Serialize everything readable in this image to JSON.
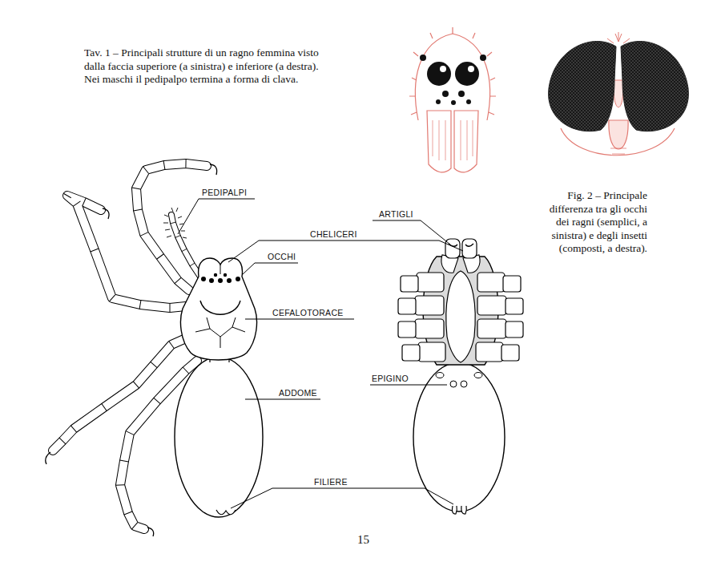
{
  "diagram": {
    "caption": "Tav. 1 – Principali strutture di un ragno femmina visto dalla faccia superiore (a sinistra) e inferiore (a destra). Nei maschi il pedipalpo termina a forma di clava.",
    "labels": [
      "PEDIPALPI",
      "ARTIGLI",
      "CHELICERI",
      "OCCHI",
      "CEFALOTORACE",
      "EPIGINO",
      "ADDOME",
      "FILIERE",
      "Fig. 2 – Principale differenza tra gli occhi dei ragni (semplici, a sinistra) e degli insetti (composti, a destra).",
      "15"
    ]
  }
}
